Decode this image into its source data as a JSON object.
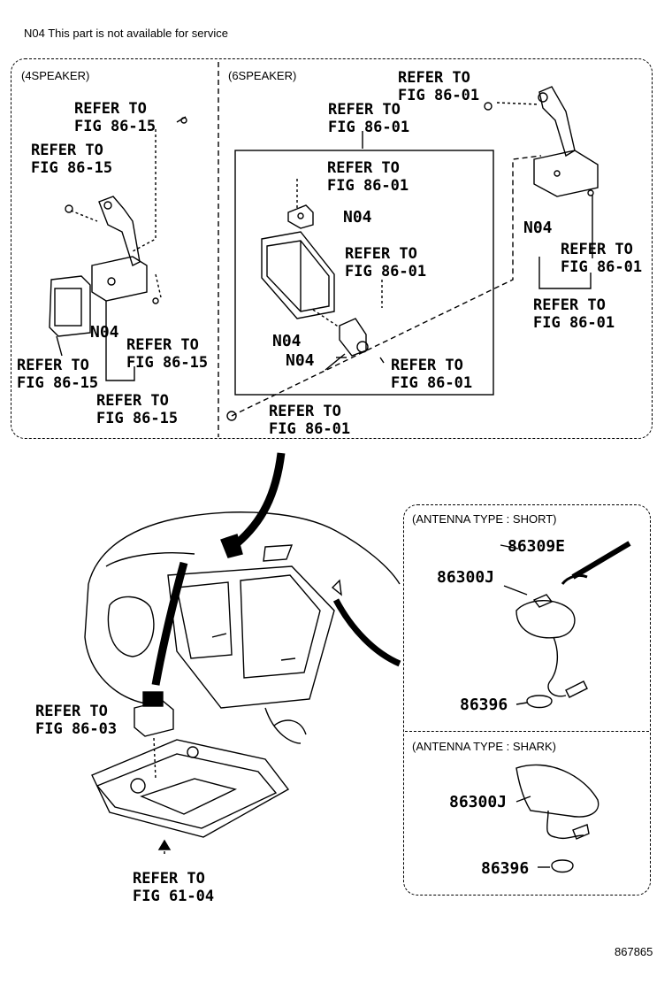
{
  "note": "N04 This part is not available for service",
  "panels": {
    "four_speaker": {
      "title": "(4SPEAKER)",
      "refs": [
        {
          "line1": "REFER TO",
          "line2": "FIG 86-15"
        },
        {
          "line1": "REFER TO",
          "line2": "FIG 86-15"
        },
        {
          "line1": "REFER TO",
          "line2": "FIG 86-15"
        },
        {
          "line1": "REFER TO",
          "line2": "FIG 86-15"
        },
        {
          "line1": "REFER TO",
          "line2": "FIG 86-15"
        }
      ],
      "n04": "N04"
    },
    "six_speaker": {
      "title": "(6SPEAKER)",
      "refs": [
        {
          "line1": "REFER TO",
          "line2": "FIG 86-01"
        },
        {
          "line1": "REFER TO",
          "line2": "FIG 86-01"
        },
        {
          "line1": "REFER TO",
          "line2": "FIG 86-01"
        },
        {
          "line1": "REFER TO",
          "line2": "FIG 86-01"
        },
        {
          "line1": "REFER TO",
          "line2": "FIG 86-01"
        },
        {
          "line1": "REFER TO",
          "line2": "FIG 86-01"
        },
        {
          "line1": "REFER TO",
          "line2": "FIG 86-01"
        },
        {
          "line1": "REFER TO",
          "line2": "FIG 86-01"
        }
      ],
      "n04": [
        "N04",
        "N04",
        "N04",
        "N04"
      ]
    }
  },
  "lower": {
    "refs": [
      {
        "line1": "REFER TO",
        "line2": "FIG 86-03"
      },
      {
        "line1": "REFER TO",
        "line2": "FIG 61-04"
      }
    ]
  },
  "antenna_short": {
    "title": "(ANTENNA TYPE : SHORT)",
    "parts": [
      "86309E",
      "86300J",
      "86396"
    ]
  },
  "antenna_shark": {
    "title": "(ANTENNA TYPE : SHARK)",
    "parts": [
      "86300J",
      "86396"
    ]
  },
  "catalog_number": "867865"
}
